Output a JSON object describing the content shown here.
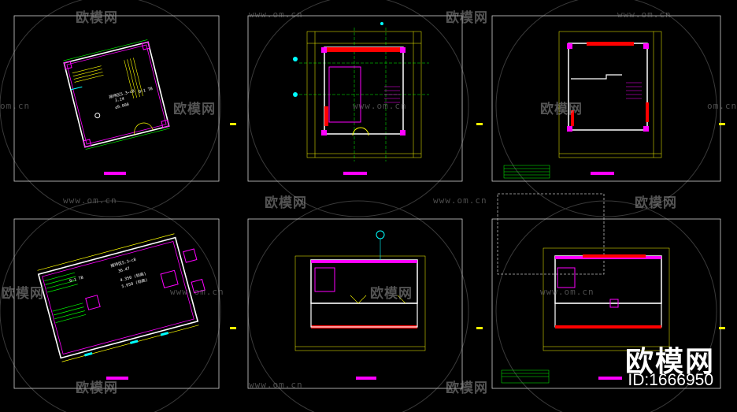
{
  "watermarks": {
    "site_name": "欧模网",
    "site_url": "www.om.cn",
    "site_url_cut": "om.cn",
    "brand_name": "欧模网",
    "brand_id": "ID:1666950"
  },
  "plan_labels": {
    "room_a": "接待区5.3~c8",
    "room_a_sub1": "3.24",
    "room_a_sub2": "±0.000",
    "room_a_tb": "0~1 TB",
    "room_b": "接待区5.3~c8",
    "room_b_sub1": "36.47",
    "room_b_sub2": "4.350 (标高)",
    "room_b_sub3": "5.050 (标高)",
    "room_b_tb": "0~1 TB"
  },
  "colors": {
    "background": "#000000",
    "wall_white": "#ffffff",
    "column_magenta": "#ff00ff",
    "window_red": "#ff0000",
    "dimension_yellow": "#ffff00",
    "axis_green": "#00ff00",
    "door_cyan": "#00ffff"
  }
}
